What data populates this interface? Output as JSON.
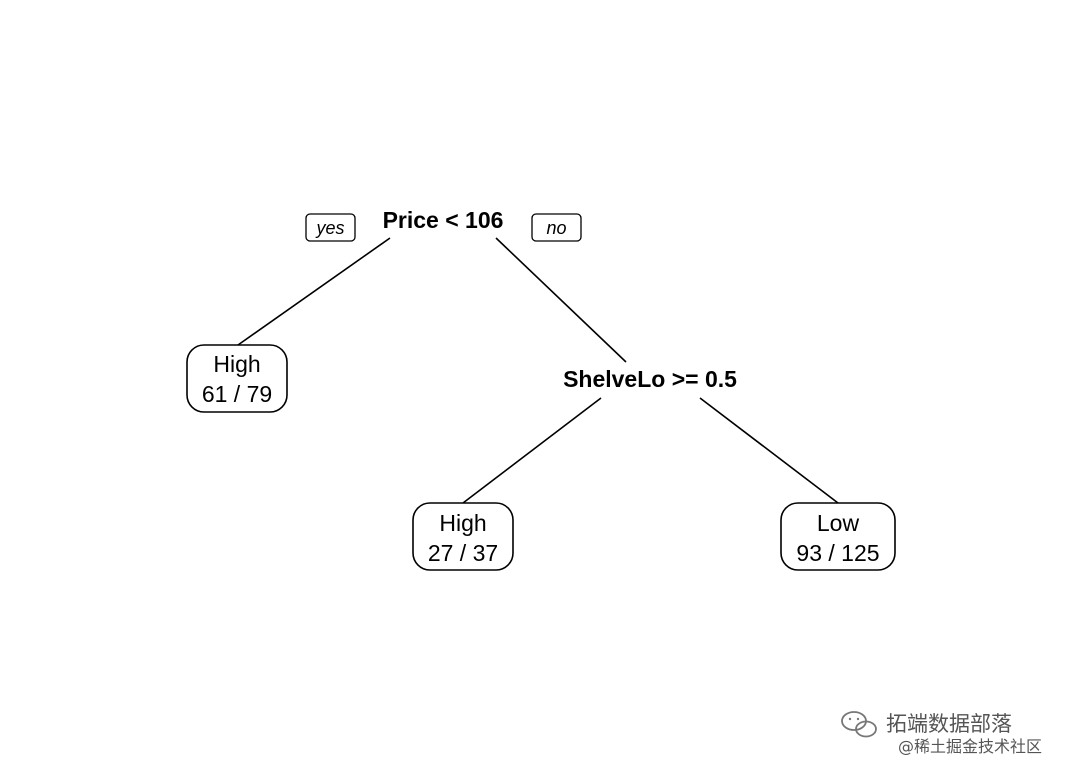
{
  "tree": {
    "root": {
      "split": "Price < 106",
      "yes_label": "yes",
      "no_label": "no"
    },
    "leaf_left": {
      "class": "High",
      "count": "61 / 79"
    },
    "node_right": {
      "split": "ShelveLo >= 0.5"
    },
    "leaf_mid": {
      "class": "High",
      "count": "27 / 37"
    },
    "leaf_right": {
      "class": "Low",
      "count": "93 / 125"
    }
  },
  "watermark": {
    "line1": "拓端数据部落",
    "line2": "@稀土掘金技术社区",
    "icon": "wechat-icon"
  }
}
